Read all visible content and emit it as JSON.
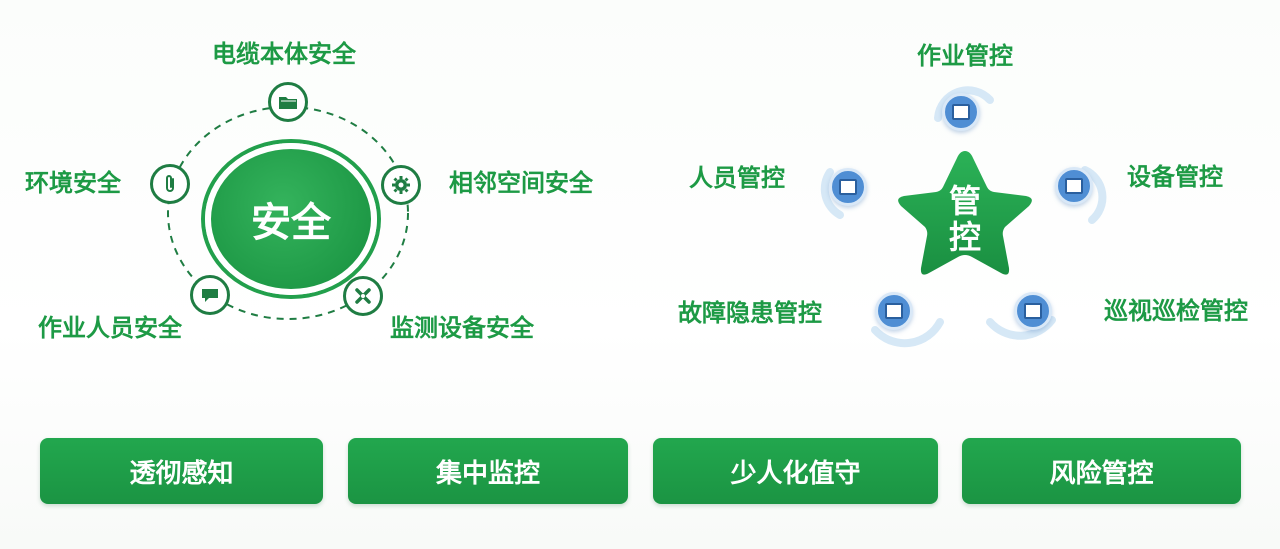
{
  "left_diagram": {
    "center": "安全",
    "items": [
      {
        "label": "电缆本体安全",
        "icon": "folder-icon"
      },
      {
        "label": "相邻空间安全",
        "icon": "gear-icon"
      },
      {
        "label": "监测设备安全",
        "icon": "tools-icon"
      },
      {
        "label": "作业人员安全",
        "icon": "chat-bubble-icon"
      },
      {
        "label": "环境安全",
        "icon": "paperclip-icon"
      }
    ]
  },
  "right_diagram": {
    "center_line1": "管",
    "center_line2": "控",
    "items": [
      {
        "label": "作业管控"
      },
      {
        "label": "设备管控"
      },
      {
        "label": "巡视巡检管控"
      },
      {
        "label": "故障隐患管控"
      },
      {
        "label": "人员管控"
      }
    ]
  },
  "buttons": [
    {
      "label": "透彻感知"
    },
    {
      "label": "集中监控"
    },
    {
      "label": "少人化值守"
    },
    {
      "label": "风险管控"
    }
  ],
  "colors": {
    "green": "#1f9a47",
    "dark_green": "#1f7d43",
    "blue": "#4f8ed4",
    "light_blue": "#d9e8f7"
  }
}
